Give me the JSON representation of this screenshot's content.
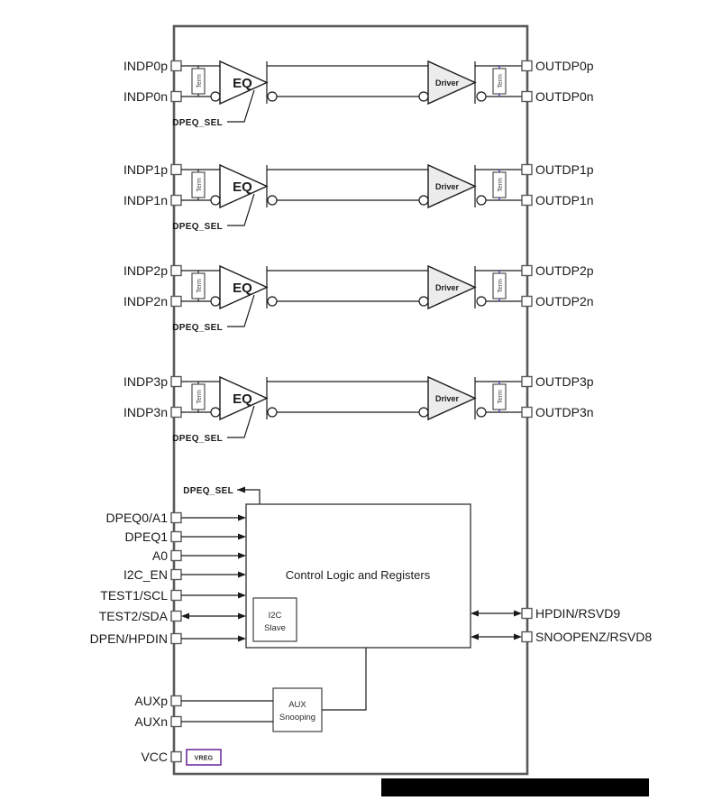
{
  "diagram": {
    "labels": {
      "eq": "EQ",
      "driver": "Driver",
      "dpeq_sel": "DPEQ_SEL",
      "term": "Term"
    },
    "channels": [
      {
        "in_p": "INDP0p",
        "in_n": "INDP0n",
        "out_p": "OUTDP0p",
        "out_n": "OUTDP0n"
      },
      {
        "in_p": "INDP1p",
        "in_n": "INDP1n",
        "out_p": "OUTDP1p",
        "out_n": "OUTDP1n"
      },
      {
        "in_p": "INDP2p",
        "in_n": "INDP2n",
        "out_p": "OUTDP2p",
        "out_n": "OUTDP2n"
      },
      {
        "in_p": "INDP3p",
        "in_n": "INDP3n",
        "out_p": "OUTDP3p",
        "out_n": "OUTDP3n"
      }
    ],
    "control": {
      "dpeq_sel": "DPEQ_SEL",
      "title": "Control Logic and Registers",
      "i2c_line1": "I2C",
      "i2c_line2": "Slave",
      "left_pins": [
        "DPEQ0/A1",
        "DPEQ1",
        "A0",
        "I2C_EN",
        "TEST1/SCL",
        "TEST2/SDA",
        "DPEN/HPDIN"
      ],
      "right_pins": [
        "HPDIN/RSVD9",
        "SNOOPENZ/RSVD8"
      ]
    },
    "aux": {
      "box_line1": "AUX",
      "box_line2": "Snooping",
      "pin_p": "AUXp",
      "pin_n": "AUXn"
    },
    "power": {
      "pin": "VCC",
      "vreg": "VREG"
    },
    "colors": {
      "boundary": "#595959",
      "wire": "#1a1a1a",
      "term_link_blue": "#3a3ace",
      "vreg_purple": "#7030a0",
      "driver_fill": "#ececec",
      "redaction_bar": "#000000"
    }
  }
}
